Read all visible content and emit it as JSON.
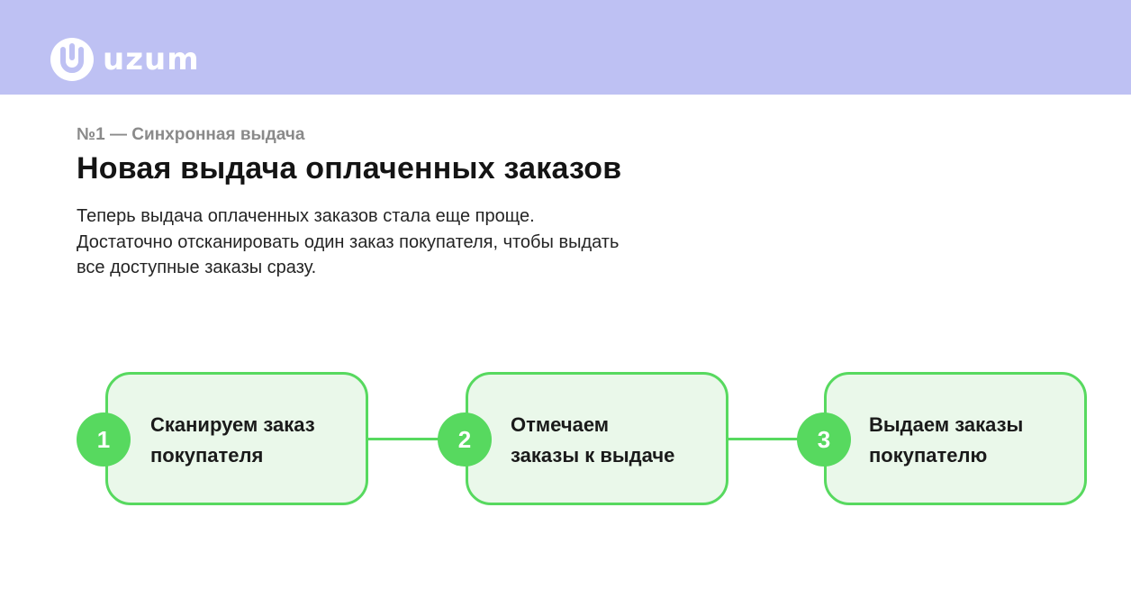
{
  "header": {
    "logo_text": "uzum",
    "logo_icon": "uzum-logo-icon",
    "background_color": "#bec1f3"
  },
  "intro": {
    "eyebrow": "№1 — Синхронная выдача",
    "title": "Новая выдача оплаченных заказов",
    "description_lines": [
      "Теперь выдача оплаченных заказов стала еще проще.",
      "Достаточно отсканировать один заказ покупателя, чтобы выдать",
      "все доступные заказы сразу."
    ]
  },
  "steps": [
    {
      "number": "1",
      "label_lines": [
        "Сканируем заказ",
        "покупателя"
      ]
    },
    {
      "number": "2",
      "label_lines": [
        "Отмечаем",
        "заказы к выдаче"
      ]
    },
    {
      "number": "3",
      "label_lines": [
        "Выдаем заказы",
        "покупателю"
      ]
    }
  ],
  "colors": {
    "accent_green": "#57d95f",
    "step_fill": "#eaf8ea",
    "header_band": "#bec1f3"
  }
}
